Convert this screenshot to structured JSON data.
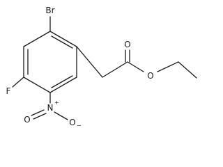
{
  "atoms": {
    "bromine": "Br",
    "fluorine": "F",
    "nitro_nitrogen": "N",
    "nitro_nitrogen_charge": "+",
    "nitro_oxygen_double": "O",
    "nitro_oxygen_single": "O",
    "nitro_oxygen_charge": "−",
    "carbonyl_oxygen": "O",
    "ester_oxygen": "O"
  }
}
